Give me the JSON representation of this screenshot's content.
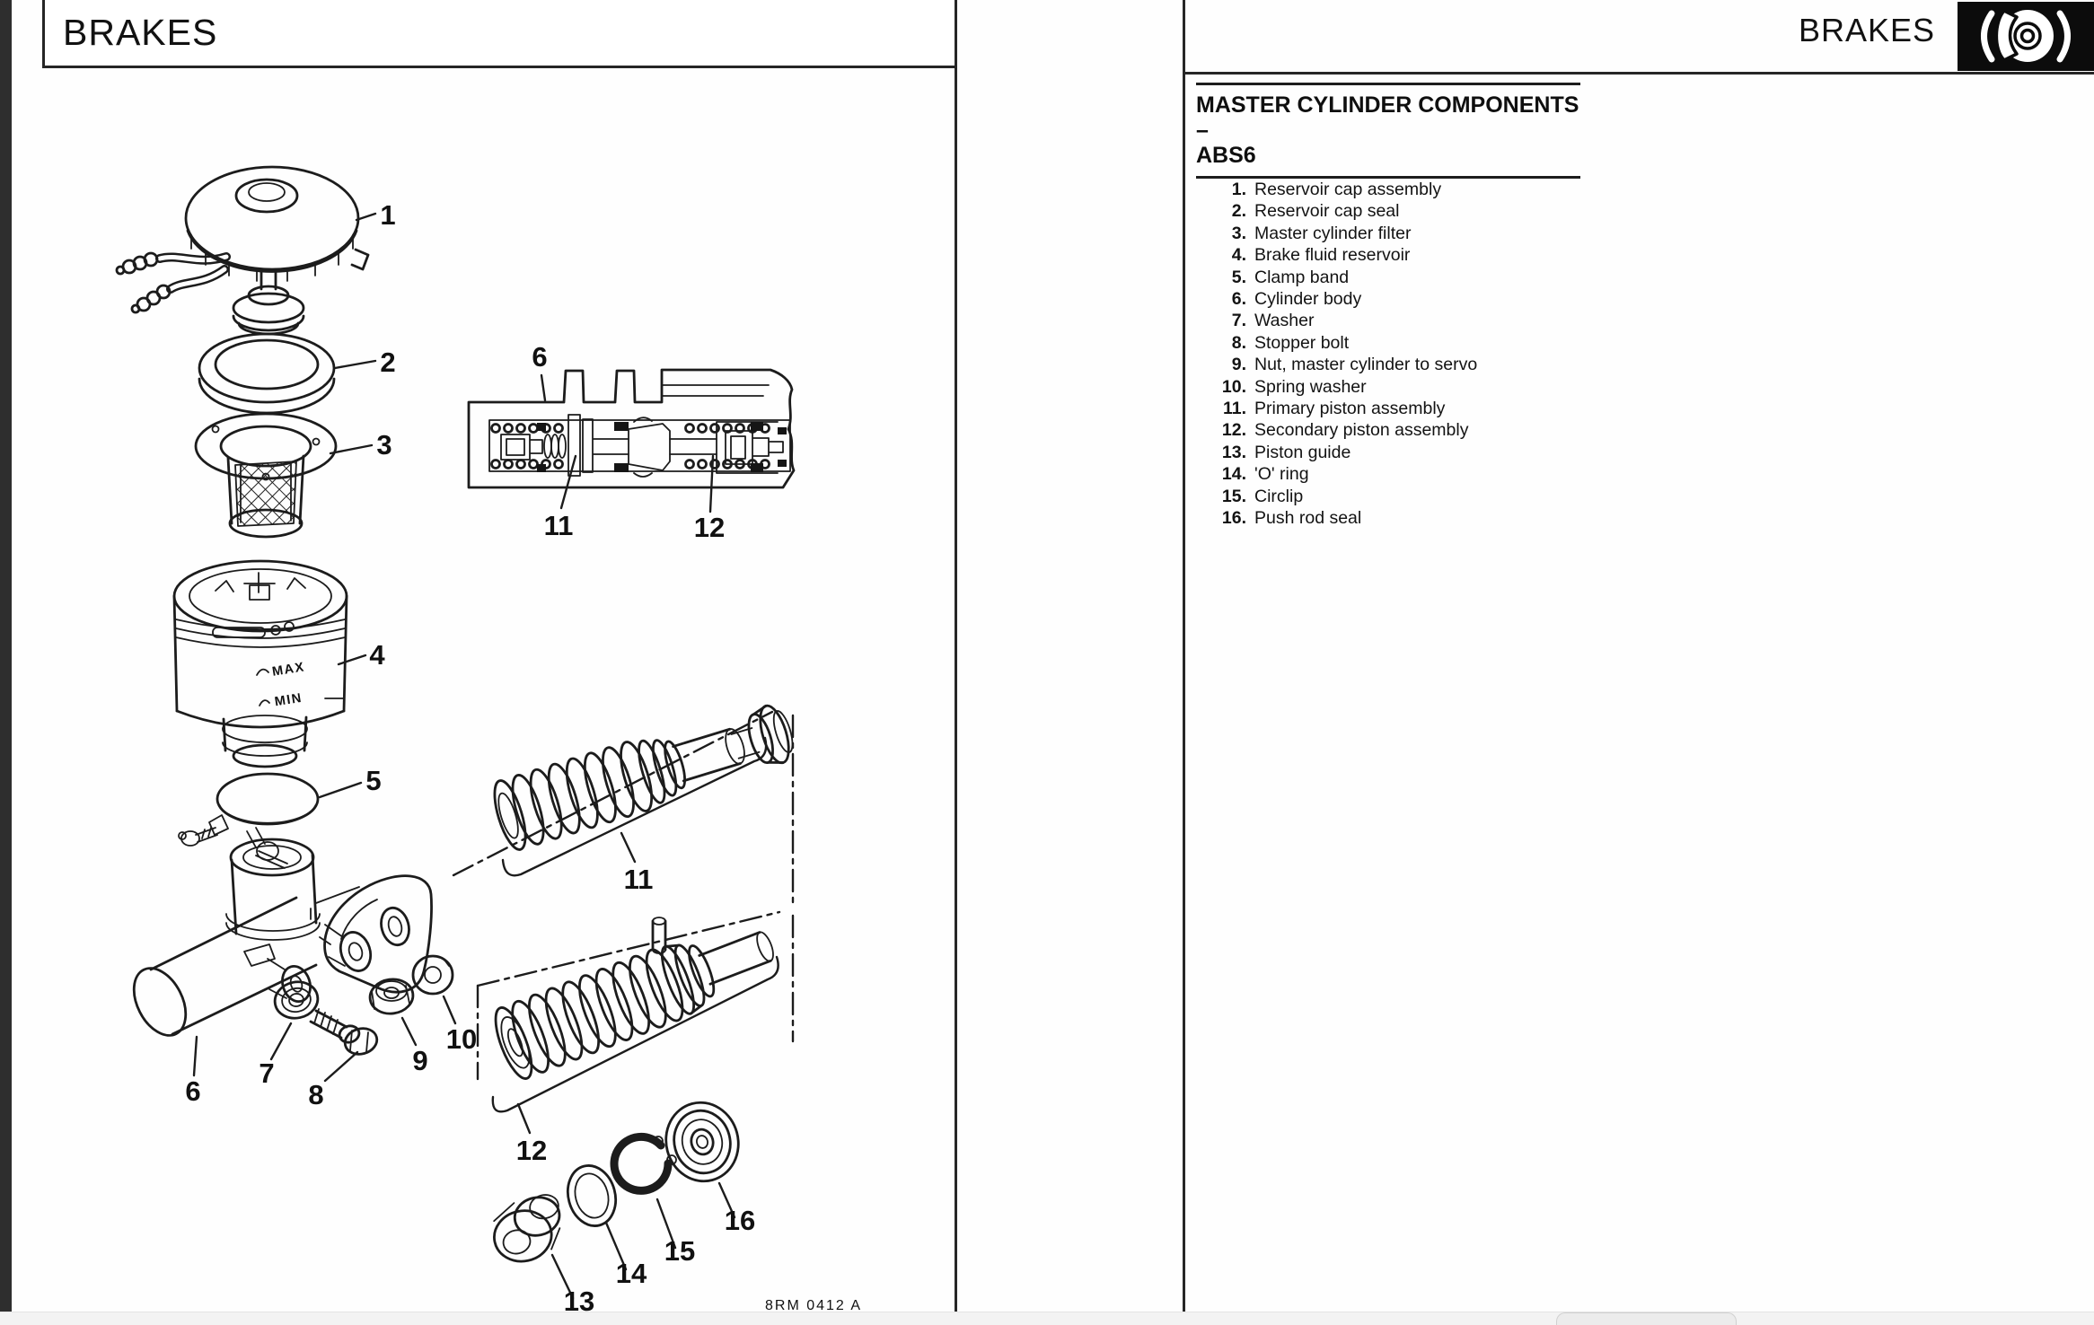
{
  "left_page": {
    "header_title": "BRAKES",
    "figure_code": "8RM 0412 A",
    "reservoir": {
      "max_label": "MAX",
      "min_label": "MIN"
    },
    "callouts": {
      "c1": "1",
      "c2": "2",
      "c3": "3",
      "c4": "4",
      "c5": "5",
      "c6": "6",
      "c7": "7",
      "c8": "8",
      "c9": "9",
      "c10": "10",
      "c11": "11",
      "c12": "12",
      "c13": "13",
      "c14": "14",
      "c15": "15",
      "c16": "16"
    }
  },
  "right_page": {
    "header_title": "BRAKES",
    "header_icon": "brake-disc-warning-icon",
    "section_title_line1": "MASTER CYLINDER COMPONENTS –",
    "section_title_line2": "ABS6",
    "parts": [
      {
        "num": "1.",
        "label": "Reservoir cap assembly"
      },
      {
        "num": "2.",
        "label": "Reservoir cap seal"
      },
      {
        "num": "3.",
        "label": "Master cylinder filter"
      },
      {
        "num": "4.",
        "label": "Brake fluid reservoir"
      },
      {
        "num": "5.",
        "label": "Clamp band"
      },
      {
        "num": "6.",
        "label": "Cylinder body"
      },
      {
        "num": "7.",
        "label": "Washer"
      },
      {
        "num": "8.",
        "label": "Stopper bolt"
      },
      {
        "num": "9.",
        "label": "Nut, master cylinder to servo"
      },
      {
        "num": "10.",
        "label": "Spring washer"
      },
      {
        "num": "11.",
        "label": "Primary piston assembly"
      },
      {
        "num": "12.",
        "label": "Secondary piston assembly"
      },
      {
        "num": "13.",
        "label": "Piston guide"
      },
      {
        "num": "14.",
        "label": "'O' ring"
      },
      {
        "num": "15.",
        "label": "Circlip"
      },
      {
        "num": "16.",
        "label": "Push rod seal"
      }
    ]
  },
  "colors": {
    "line": "#1c1c1c",
    "page": "#ffffff",
    "rail": "#2e2e2e",
    "logo_bg": "#0c0c0c"
  }
}
